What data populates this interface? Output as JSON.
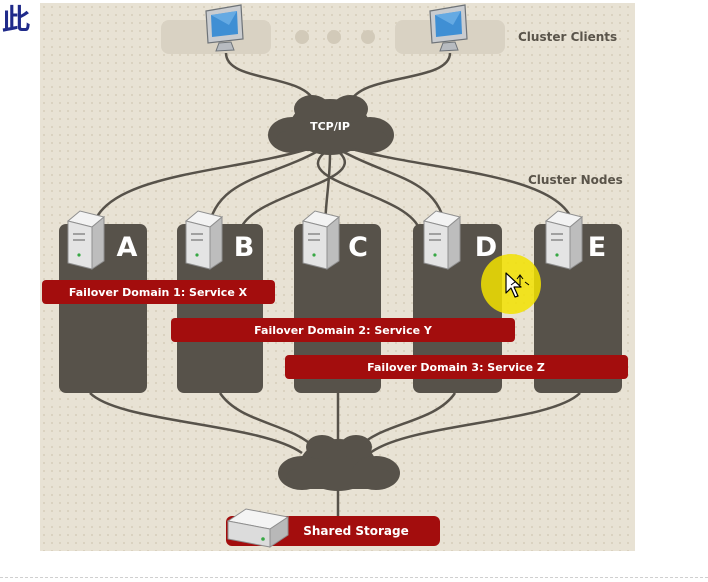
{
  "corner_glyph": "此",
  "diagram": {
    "clients_label": "Cluster Clients",
    "network_label": "TCP/IP",
    "nodes_label": "Cluster Nodes",
    "nodes": [
      {
        "letter": "A"
      },
      {
        "letter": "B"
      },
      {
        "letter": "C"
      },
      {
        "letter": "D"
      },
      {
        "letter": "E"
      }
    ],
    "failover_domains": [
      {
        "label": "Failover Domain 1: Service X"
      },
      {
        "label": "Failover Domain 2: Service Y"
      },
      {
        "label": "Failover Domain 3: Service Z"
      }
    ],
    "storage_label": "Shared Storage"
  },
  "colors": {
    "background": "#e8e2d4",
    "node_panel": "#57524a",
    "cloud": "#57524a",
    "domain_bar": "#a30d0d",
    "client_pill": "#d9d2c3",
    "cursor_highlight": "#f2e200"
  },
  "icons": {
    "client": "monitor-icon",
    "server": "server-tower-icon",
    "storage": "disk-drive-icon",
    "cursor": "move-cursor-icon"
  }
}
